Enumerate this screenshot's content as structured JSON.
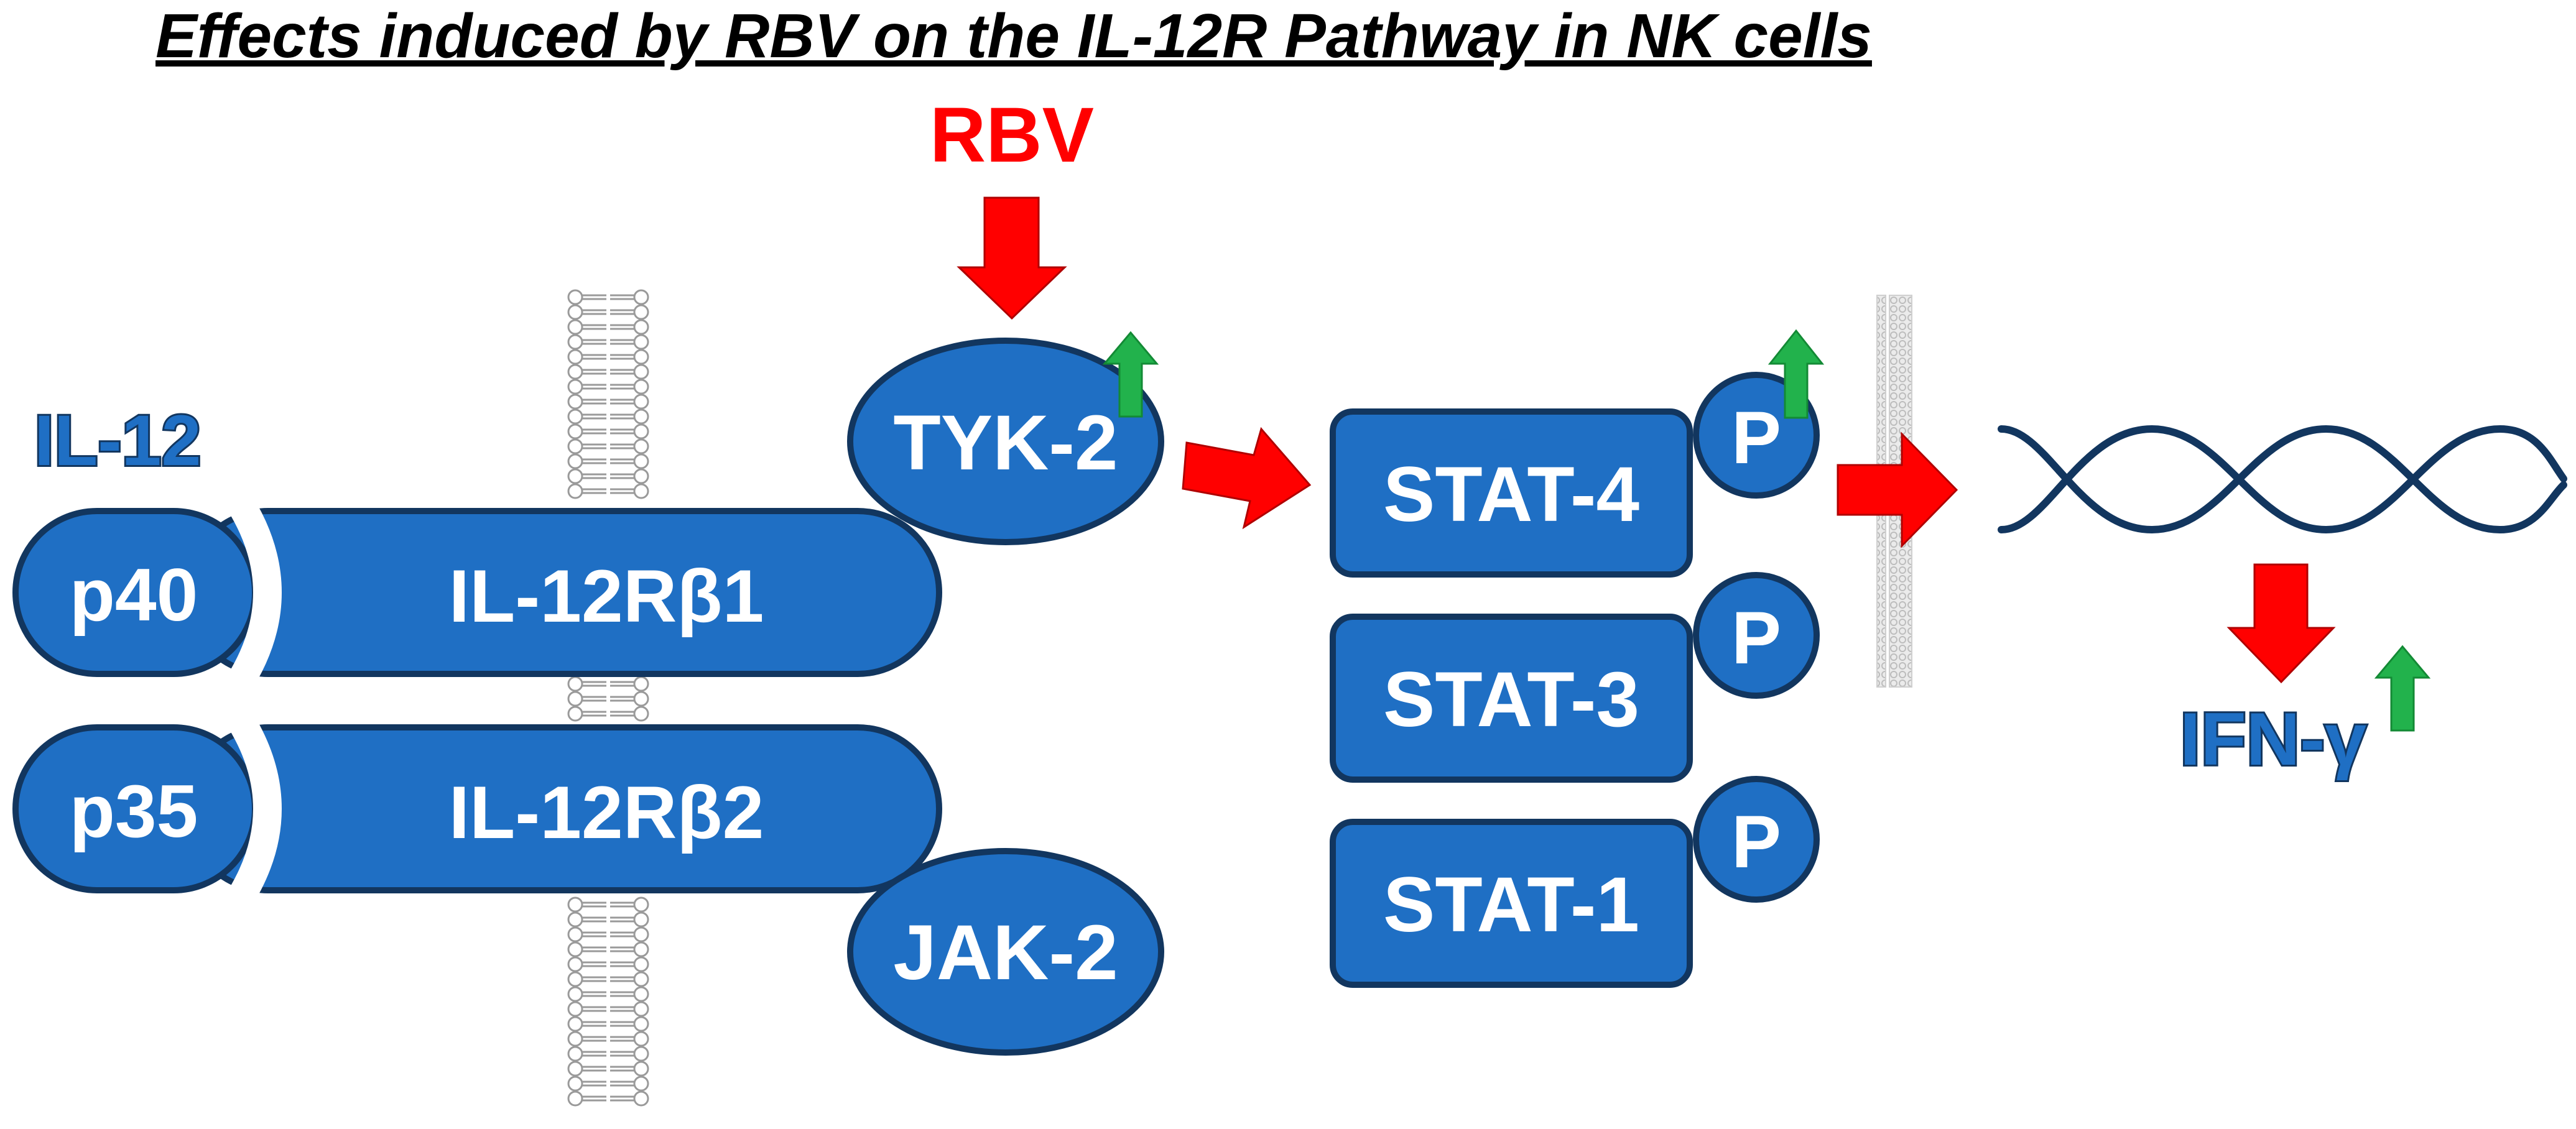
{
  "title": "Effects induced by RBV on the IL-12R Pathway in NK cells",
  "drug": "RBV",
  "ligand": {
    "name": "IL-12",
    "subunits": [
      "p40",
      "p35"
    ]
  },
  "receptors": [
    "IL-12Rβ1",
    "IL-12Rβ2"
  ],
  "kinases": [
    "TYK-2",
    "JAK-2"
  ],
  "stats": [
    "STAT-4",
    "STAT-3",
    "STAT-1"
  ],
  "phospho_label": "P",
  "output": "IFN-γ",
  "colors": {
    "blue": "#1f6fc4",
    "dark_blue": "#12365f",
    "red": "#ff0000",
    "green": "#22b24c",
    "title": "#000000"
  }
}
